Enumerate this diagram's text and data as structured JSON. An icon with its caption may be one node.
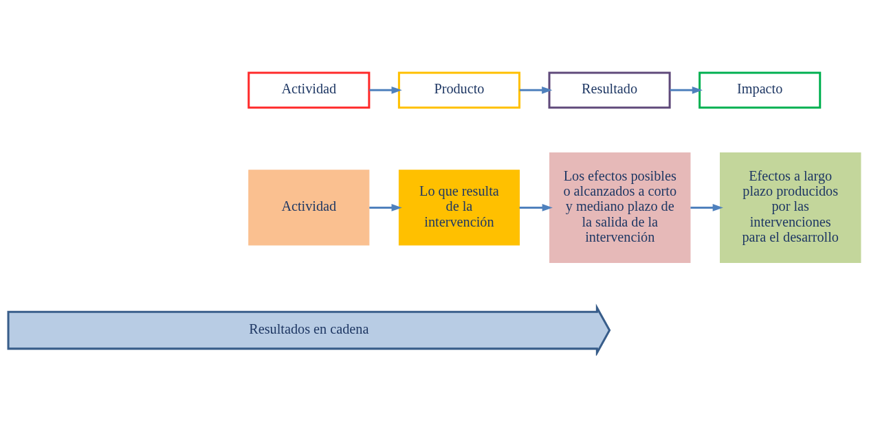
{
  "diagram": {
    "nodes": [
      {
        "text": [
          "Actividad"
        ]
      },
      {
        "text": [
          "Producto"
        ]
      },
      {
        "text": [
          "Resultado"
        ]
      },
      {
        "text": [
          "Impacto"
        ]
      },
      {
        "text": [
          "Actividad"
        ]
      },
      {
        "text": [
          "Lo que resulta de la intervención"
        ]
      },
      {
        "text": [
          "Los efectos posibles o alcanzados a corto y mediano plazo de la salida de la intervención"
        ]
      },
      {
        "text": [
          "Efectos a largo plazo producidos por las intervenciones para el desarrollo"
        ]
      },
      {
        "text": [
          "Resultados en cadena"
        ]
      }
    ],
    "edges": [
      {
        "from": 0,
        "to": 1,
        "arrow": "to"
      },
      {
        "from": 1,
        "to": 2,
        "arrow": "to"
      },
      {
        "from": 2,
        "to": 3,
        "arrow": "to"
      },
      {
        "from": 4,
        "to": 5,
        "arrow": "to"
      },
      {
        "from": 5,
        "to": 6,
        "arrow": "to"
      },
      {
        "from": 6,
        "to": 7,
        "arrow": "to"
      }
    ]
  }
}
